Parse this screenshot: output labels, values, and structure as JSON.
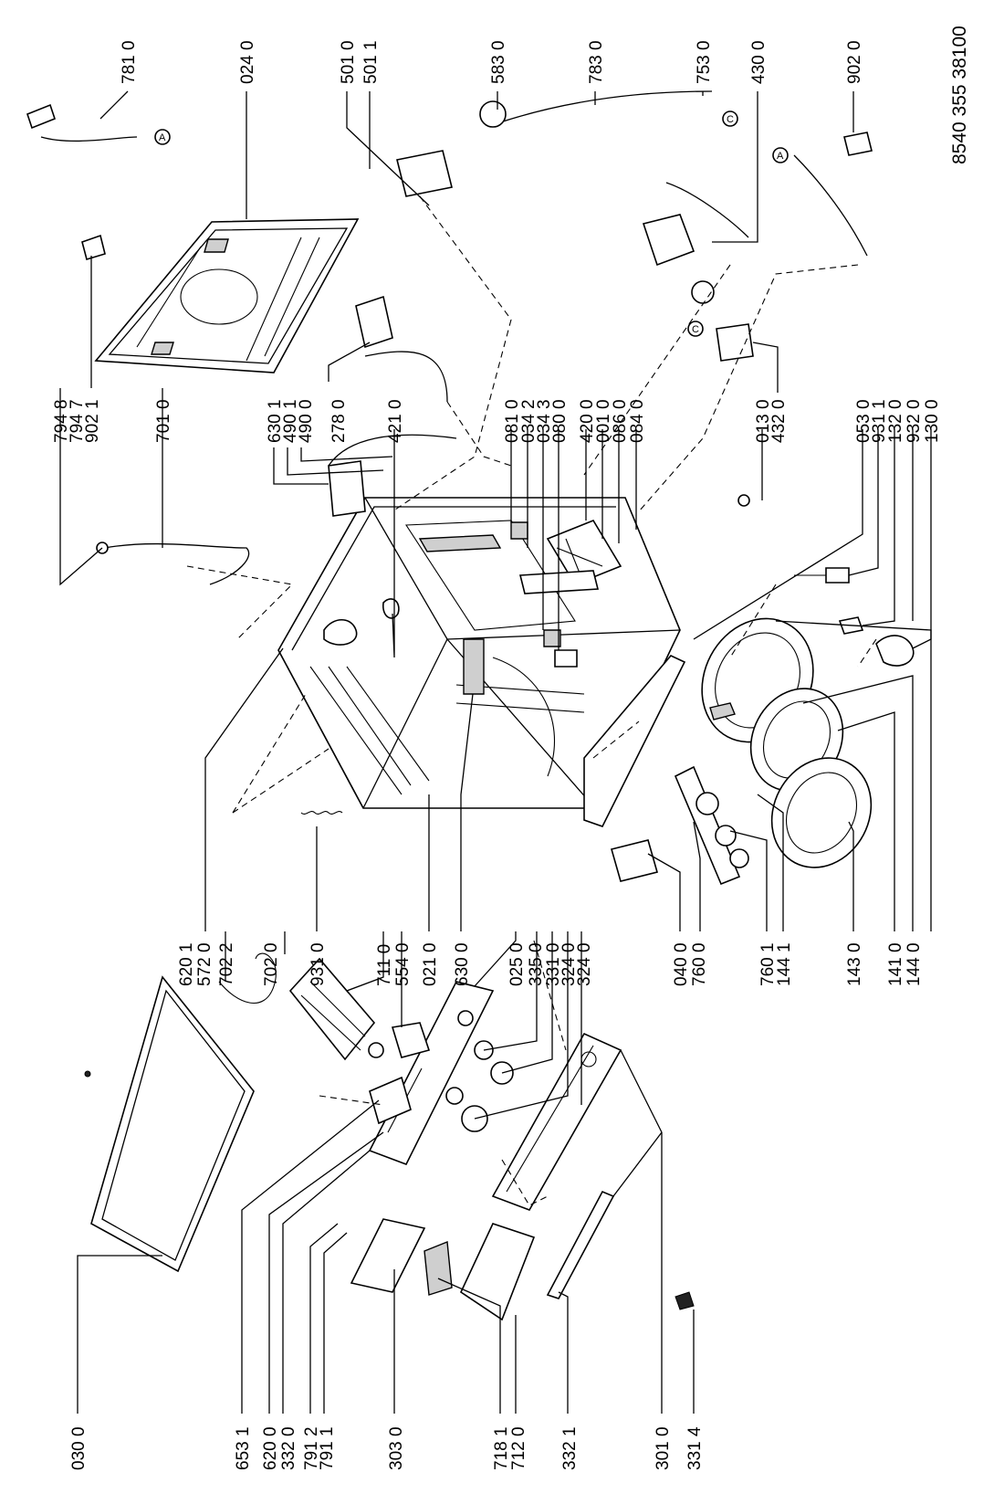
{
  "document_ref": "8540 355 38100",
  "part_labels": [
    "030 0",
    "653 1",
    "620 0",
    "332 0",
    "791 2",
    "791 1",
    "303 0",
    "718 1",
    "712 0",
    "332 1",
    "301 0",
    "331 4",
    "620 1",
    "572 0",
    "702 2",
    "702 0",
    "931 0",
    "711 0",
    "554 0",
    "021 0",
    "630 0",
    "025 0",
    "335 0",
    "331 0",
    "324 0",
    "324 0",
    "040 0",
    "760 0",
    "760 1",
    "144 1",
    "143 0",
    "141 0",
    "144 0",
    "794 8",
    "794 7",
    "902 1",
    "701 0",
    "630 1",
    "490 1",
    "490 0",
    "278 0",
    "421 0",
    "081 0",
    "034 2",
    "034 3",
    "080 0",
    "420 0",
    "001 0",
    "086 0",
    "084 0",
    "013 0",
    "432 0",
    "053 0",
    "931 1",
    "132 0",
    "932 0",
    "130 0",
    "781 0",
    "024 0",
    "501 0",
    "501 1",
    "583 0",
    "783 0",
    "753 0",
    "430 0",
    "902 0"
  ],
  "callout_markers": [
    "A",
    "A",
    "C",
    "C"
  ]
}
